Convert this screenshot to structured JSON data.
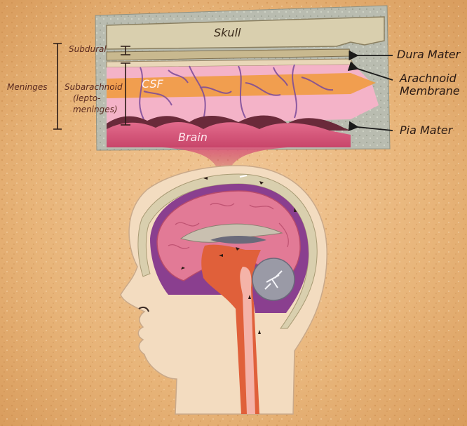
{
  "labels": {
    "skull": "Skull",
    "dura_mater": "Dura Mater",
    "arachnoid_line1": "Arachnoid",
    "arachnoid_line2": "Membrane",
    "pia_mater": "Pia Mater",
    "csf": "CSF",
    "brain": "Brain",
    "meninges": "Meninges",
    "subdural": "Subdural",
    "subarachnoid_line1": "Subarachnoid",
    "subarachnoid_line2": "(lepto-",
    "subarachnoid_line3": "meninges)"
  },
  "colors": {
    "background": "#e8b57a",
    "skull": "#d9cfae",
    "dura": "#c9b98f",
    "csf": "#f09a3a",
    "subarachnoid": "#f4b3c8",
    "vessels": "#7a4a9a",
    "brain": "#d9587a",
    "head_skin": "#f3dcc0",
    "inner_cavity": "#8a3f8f",
    "spinal": "#e0603a"
  }
}
